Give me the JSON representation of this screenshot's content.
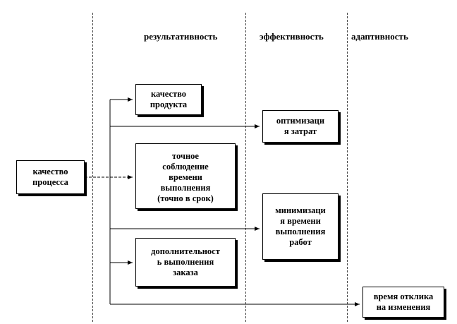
{
  "columns": {
    "results": "результативность",
    "efficiency": "эффективность",
    "adaptivity": "адаптивность"
  },
  "boxes": {
    "process_quality": "качество\nпроцесса",
    "product_quality": "качество\nпродукта",
    "cost_optimization": "оптимизаци\nя затрат",
    "on_time": "точное\nсоблюдение\nвремени\nвыполнения\n(точно в срок)",
    "work_time_minimization": "минимизаци\nя времени\nвыполнения\nработ",
    "order_additionality": "дополнительност\nь выполнения\nзаказа",
    "change_response_time": "время отклика\nна изменения"
  }
}
